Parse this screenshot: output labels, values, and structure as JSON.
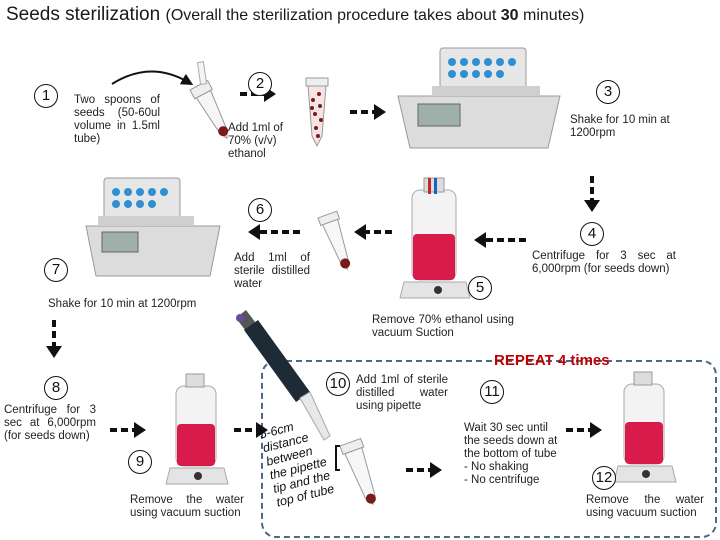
{
  "title": {
    "main": "Seeds sterilization",
    "sub_prefix": "(Overall the sterilization procedure takes about ",
    "sub_bold": "30",
    "sub_suffix": " minutes)"
  },
  "steps": [
    {
      "number": "1",
      "text": "Two spoons of seeds (50-60ul volume in 1.5ml tube)"
    },
    {
      "number": "2",
      "text": "Add 1ml of 70% (v/v) ethanol"
    },
    {
      "number": "3",
      "text": "Shake for 10 min at 1200rpm"
    },
    {
      "number": "4",
      "text": "Centrifuge for 3 sec at 6,000rpm (for seeds down)"
    },
    {
      "number": "5",
      "text": "Remove 70% ethanol using vacuum Suction"
    },
    {
      "number": "6",
      "text": "Add 1ml of sterile distilled water"
    },
    {
      "number": "7",
      "text": "Shake for 10 min at 1200rpm"
    },
    {
      "number": "8",
      "text": "Centrifuge for 3 sec at 6,000rpm (for seeds down)"
    },
    {
      "number": "9",
      "text": "Remove the water using vacuum suction"
    },
    {
      "number": "10",
      "text": "Add 1ml of sterile distilled water using pipette"
    },
    {
      "number": "11",
      "text": "Wait 30 sec until the seeds down at the bottom of tube\n- No shaking\n- No centrifuge"
    },
    {
      "number": "12",
      "text": "Remove the water using vacuum suction"
    }
  ],
  "repeat_label": "REPEAT 4 times",
  "pipette_note": "5-6cm\ndistance\nbetween\nthe pipette\ntip and the\ntop of tube",
  "colors": {
    "repeat": "#c00000",
    "liquid": "#d81b4a",
    "seed": "#7a1a1a",
    "box_border": "#4a6a8a"
  }
}
